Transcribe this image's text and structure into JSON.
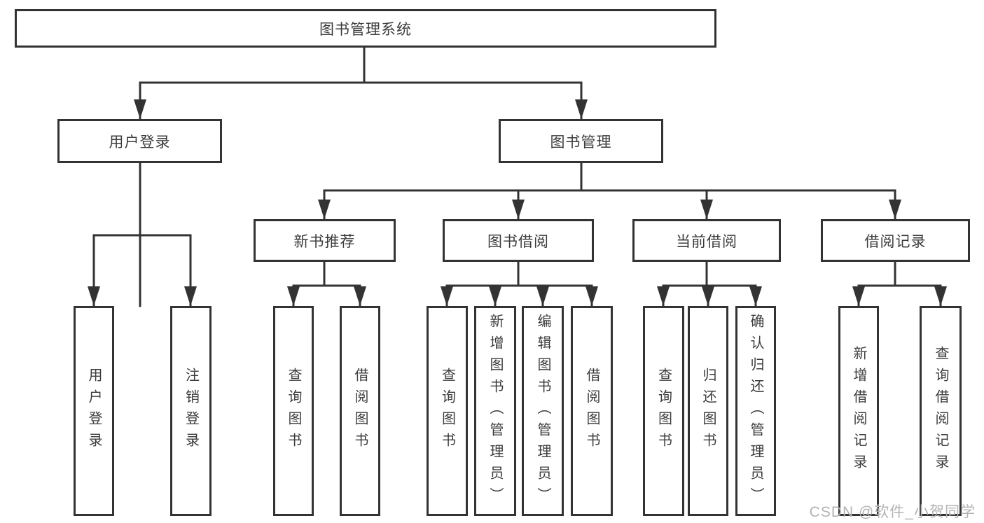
{
  "colors": {
    "line": "#333333",
    "node_text": "#3c3c3c",
    "watermark_text": "#b3b3b3",
    "background": "#ffffff"
  },
  "watermark": "CSDN @软件_小贺同学",
  "tree": {
    "root": "图书管理系统",
    "branches": [
      {
        "label": "用户登录",
        "children": [
          "用户登录",
          "注销登录"
        ]
      },
      {
        "label": "图书管理",
        "sections": [
          {
            "label": "新书推荐",
            "children": [
              "查询图书",
              "借阅图书"
            ]
          },
          {
            "label": "图书借阅",
            "children": [
              "查询图书",
              "新增图书（管理员）",
              "编辑图书（管理员）",
              "借阅图书"
            ]
          },
          {
            "label": "当前借阅",
            "children": [
              "查询图书",
              "归还图书",
              "确认归还（管理员）"
            ]
          },
          {
            "label": "借阅记录",
            "children": [
              "新增借阅记录",
              "查询借阅记录"
            ]
          }
        ]
      }
    ]
  }
}
